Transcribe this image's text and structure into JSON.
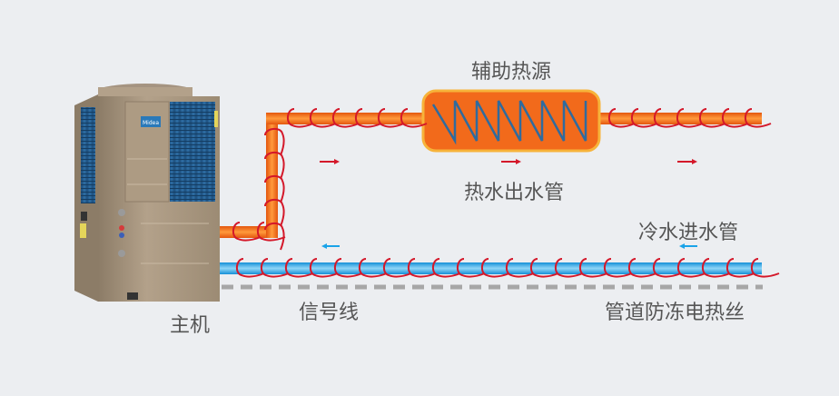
{
  "diagram": {
    "title": "Heat pump water heating system with auxiliary heat source",
    "labels": {
      "aux_heat": "辅助热源",
      "hot_out": "热水出水管",
      "cold_in": "冷水进水管",
      "main_unit": "主机",
      "signal_line": "信号线",
      "antifreeze": "管道防冻电热丝"
    },
    "unit": {
      "brand": "Midea"
    },
    "colors": {
      "background": "#eceef1",
      "hot_pipe": "#f26a1b",
      "hot_pipe_highlight": "#ff9a3c",
      "cold_pipe": "#1aa3e8",
      "cold_pipe_highlight": "#7fd0f5",
      "heating_wire": "#d4182a",
      "signal_dash": "#a7a7a7",
      "heater_body": "#f26a1b",
      "heater_border": "#f7b33a",
      "heater_coil": "#2f6b9e",
      "hot_arrow": "#d4182a",
      "cold_arrow": "#1aa3e8",
      "text": "#555555"
    },
    "flow": {
      "hot": "right",
      "cold": "left"
    }
  }
}
